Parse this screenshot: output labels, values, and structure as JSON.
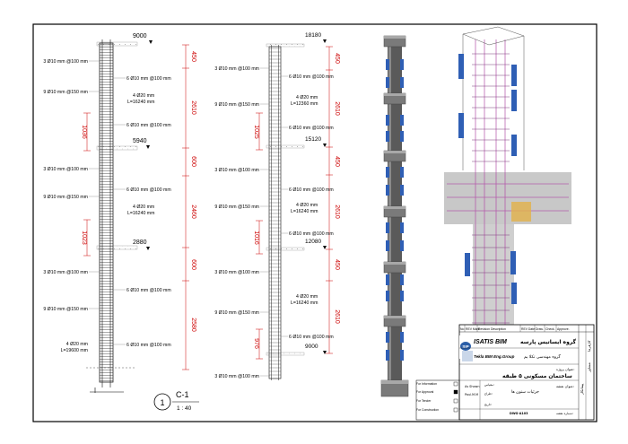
{
  "drawing": {
    "label": "C-1",
    "number": "1",
    "scale": "1 : 40"
  },
  "column_a": {
    "levels": [
      "9000",
      "5940",
      "2880"
    ],
    "dims_right": [
      "450",
      "2610",
      "600",
      "2460",
      "600",
      "2580"
    ],
    "dims_left": [
      "1036",
      "1023"
    ],
    "notes_left": [
      "3 Ø10 mm @100 mm",
      "9 Ø10 mm @150 mm",
      "3 Ø10 mm @100 mm",
      "9 Ø10 mm @150 mm",
      "3 Ø10 mm @100 mm",
      "9 Ø10 mm @150 mm"
    ],
    "notes_right": [
      "6 Ø10 mm @100 mm",
      "4 Ø20 mm",
      "L=16240 mm",
      "6 Ø10 mm @100 mm",
      "6 Ø10 mm @100 mm",
      "4 Ø20 mm",
      "L=16240 mm",
      "6 Ø10 mm @100 mm",
      "6 Ø10 mm @100 mm"
    ],
    "bottom_bar": "4 Ø20 mm",
    "bottom_length": "L=19600 mm"
  },
  "column_b": {
    "levels": [
      "18180",
      "15120",
      "12080",
      "9000"
    ],
    "dims_right": [
      "450",
      "2610",
      "450",
      "2610",
      "450",
      "2610"
    ],
    "dims_left": [
      "1025",
      "1016",
      "976"
    ],
    "notes_left": [
      "3 Ø10 mm @100 mm",
      "9 Ø10 mm @150 mm",
      "3 Ø10 mm @100 mm",
      "9 Ø10 mm @150 mm",
      "3 Ø10 mm @100 mm",
      "9 Ø10 mm @150 mm",
      "3 Ø10 mm @100 mm"
    ],
    "notes_right": [
      "6 Ø10 mm @100 mm",
      "4 Ø20 mm",
      "L=12360 mm",
      "6 Ø10 mm @100 mm",
      "6 Ø10 mm @100 mm",
      "4 Ø20 mm",
      "L=16240 mm",
      "6 Ø10 mm @100 mm",
      "4 Ø20 mm",
      "L=16240 mm",
      "6 Ø10 mm @100 mm"
    ]
  },
  "title_block": {
    "header": [
      "No",
      "REV Mark",
      "Revision Description",
      "REV Date",
      "Draw.",
      "Check.",
      "Approve."
    ],
    "company_fa": "گروه مهندسی تکلا یم",
    "company_en": "ISATIS BIM",
    "company_brand_fa": "گروه ایساتیس پارسه",
    "group_en": "Tekla BIM Eng.Group",
    "project_label": "عنوان پروژه:",
    "project_name": "ساختمان مسکونی ۵ طبقه",
    "drawing_title_label": "عنوان نقشه:",
    "drawing_title": "جزئیات ستون ها",
    "purpose": [
      "For Information",
      "For Approval",
      "For Tender",
      "For Construction"
    ],
    "scale_label": "مقیاس:",
    "scale_value": "As Shown",
    "drawn_label": "طراح:",
    "drawn_value": "Paul.M.M",
    "date_label": "تاریخ:",
    "sheet_label": "شماره نقشه:",
    "sheet_value": "DWG-A103",
    "client_label": "کارفرما",
    "consultant_label": "مشاور",
    "contractor_label": "پیمانکار",
    "logo_text": "SIP"
  }
}
